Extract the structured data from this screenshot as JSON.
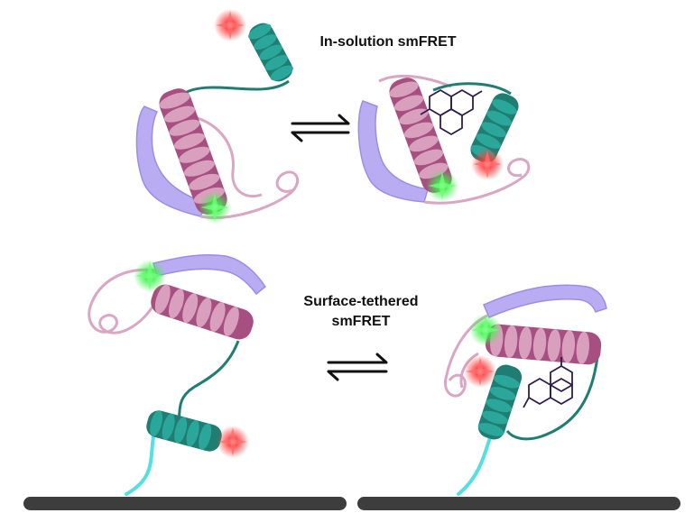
{
  "labels": {
    "in_solution": "In-solution smFRET",
    "surface_line1": "Surface-tethered",
    "surface_line2": "smFRET"
  },
  "colors": {
    "teal_helix": "#2aa79a",
    "teal_dark": "#1f7d72",
    "pink_helix": "#b35c8e",
    "pink_light": "#d9a0be",
    "loop_pink": "#d9a6c4",
    "lilac_strand": "#b9acf2",
    "cyan_tether": "#55dfe0",
    "donor_green": "#3ef04a",
    "acceptor_red": "#ff3b3b",
    "ligand": "#2d1d4e",
    "surface": "#3d3d3d",
    "arrow": "#111111"
  },
  "icons": [
    "donor-fluorophore-icon",
    "acceptor-fluorophore-icon",
    "ligand-molecule-icon",
    "equilibrium-arrows-icon"
  ]
}
